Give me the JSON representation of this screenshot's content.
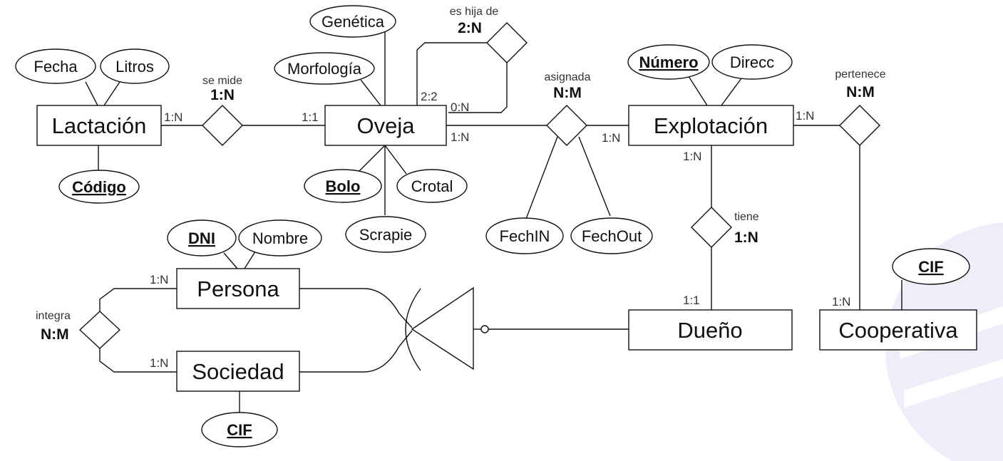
{
  "diagram": {
    "entities": {
      "lactacion": "Lactación",
      "oveja": "Oveja",
      "explotacion": "Explotación",
      "persona": "Persona",
      "sociedad": "Sociedad",
      "dueno": "Dueño",
      "cooperativa": "Cooperativa"
    },
    "attributes": {
      "fecha": "Fecha",
      "litros": "Litros",
      "codigo": "Código",
      "genetica": "Genética",
      "morfologia": "Morfología",
      "bolo": "Bolo",
      "crotal": "Crotal",
      "scrapie": "Scrapie",
      "numero": "Número",
      "direcc": "Direcc",
      "fechin": "FechIN",
      "fechout": "FechOut",
      "dni": "DNI",
      "nombre": "Nombre",
      "cif_sociedad": "CIF",
      "cif_cooperativa": "CIF"
    },
    "relationships": {
      "se_mide": {
        "name": "se mide",
        "card": "1:N"
      },
      "es_hija_de": {
        "name": "es hija de",
        "card": "2:N"
      },
      "asignada": {
        "name": "asignada",
        "card": "N:M"
      },
      "pertenece": {
        "name": "pertenece",
        "card": "N:M"
      },
      "tiene": {
        "name": "tiene",
        "card": "1:N"
      },
      "integra": {
        "name": "integra",
        "card": "N:M"
      }
    },
    "cardinalities": {
      "lactacion_se_mide": "1:N",
      "oveja_se_mide": "1:1",
      "oveja_hija_a": "2:2",
      "oveja_hija_b": "0:N",
      "oveja_asignada": "1:N",
      "explotacion_asignada": "1:N",
      "explotacion_pertenece": "1:N",
      "explotacion_tiene": "1:N",
      "dueno_tiene": "1:1",
      "cooperativa_pertenece": "1:N",
      "persona_integra": "1:N",
      "sociedad_integra": "1:N"
    }
  },
  "colors": {
    "line": "#111111",
    "background": "#ffffff",
    "watermark": "#eeeefb"
  }
}
